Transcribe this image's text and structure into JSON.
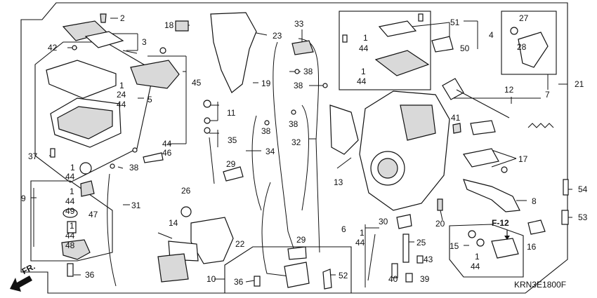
{
  "diagram": {
    "code": "KRN3E1800F",
    "front_arrow_label": "FR.",
    "reference_label": "F-12",
    "callouts": {
      "c1_a": "1",
      "c1_b": "1",
      "c1_c": "1",
      "c1_d": "1",
      "c1_e": "1",
      "c1_f": "1",
      "c1_g": "1",
      "c1_h": "1",
      "c2": "2",
      "c3": "3",
      "c4": "4",
      "c5": "5",
      "c6": "6",
      "c7": "7",
      "c8": "8",
      "c9": "9",
      "c10": "10",
      "c11": "11",
      "c12": "12",
      "c13": "13",
      "c14": "14",
      "c15": "15",
      "c16": "16",
      "c17": "17",
      "c18": "18",
      "c19": "19",
      "c20": "20",
      "c21": "21",
      "c22": "22",
      "c23": "23",
      "c24": "24",
      "c25": "25",
      "c26": "26",
      "c27": "27",
      "c28": "28",
      "c29_a": "29",
      "c29_b": "29",
      "c30": "30",
      "c31": "31",
      "c32": "32",
      "c33": "33",
      "c34": "34",
      "c35": "35",
      "c36_a": "36",
      "c36_b": "36",
      "c37": "37",
      "c38_a": "38",
      "c38_b": "38",
      "c38_c": "38",
      "c38_d": "38",
      "c38_e": "38",
      "c39": "39",
      "c40": "40",
      "c41": "41",
      "c42": "42",
      "c43": "43",
      "c44_a": "44",
      "c44_b": "44",
      "c44_c": "44",
      "c44_d": "44",
      "c44_e": "44",
      "c44_f": "44",
      "c44_g": "44",
      "c44_h": "44",
      "c44_i": "44",
      "c45": "45",
      "c46": "46",
      "c47": "47",
      "c48": "48",
      "c49": "49",
      "c50": "50",
      "c51": "51",
      "c52": "52",
      "c53": "53",
      "c54": "54"
    }
  }
}
